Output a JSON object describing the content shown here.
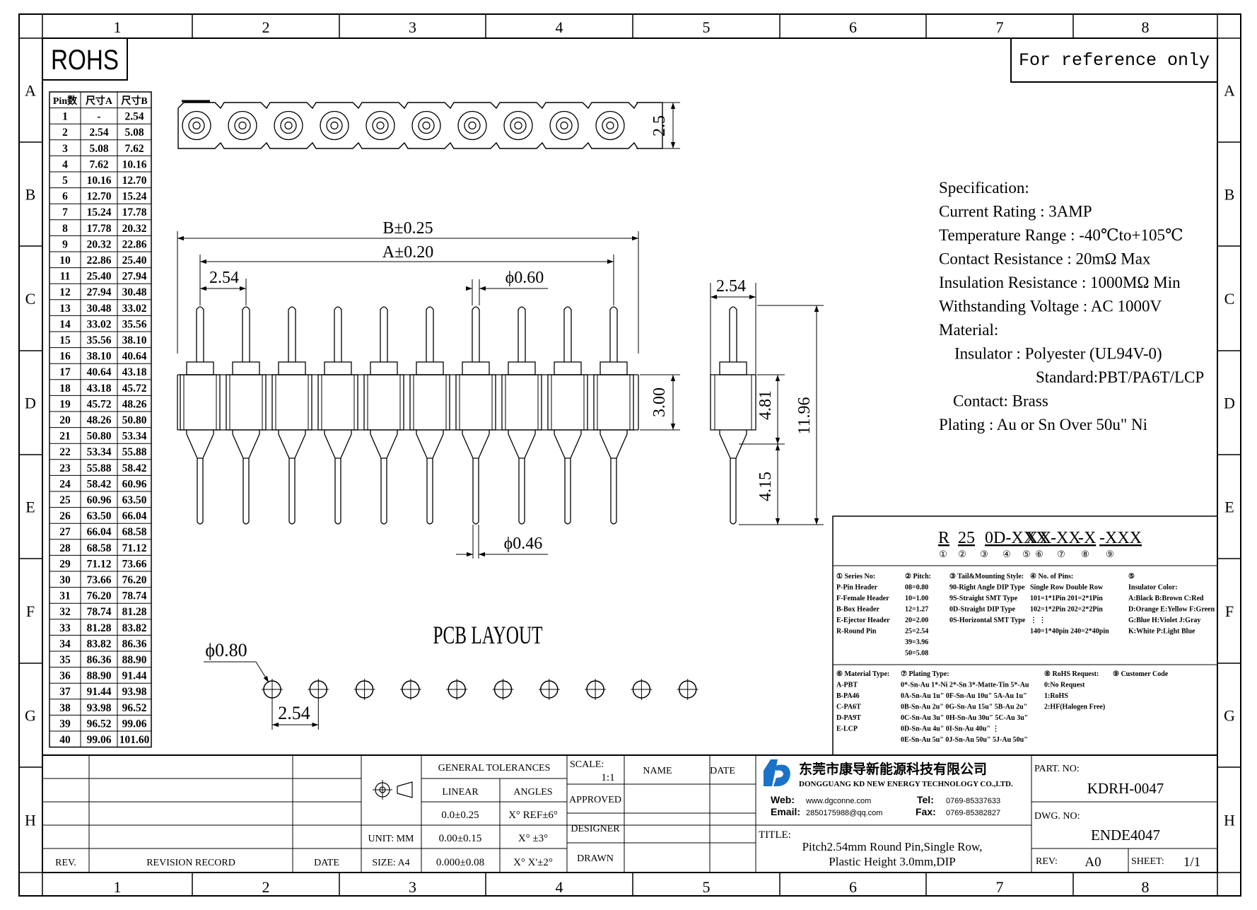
{
  "sheet": {
    "zone_cols": [
      "1",
      "2",
      "3",
      "4",
      "5",
      "6",
      "7",
      "8"
    ],
    "zone_rows": [
      "A",
      "B",
      "C",
      "D",
      "E",
      "F",
      "G",
      "H"
    ],
    "rohs": "ROHS",
    "reference": "For reference only"
  },
  "pin_table": {
    "headers": [
      "Pin数",
      "尺寸A",
      "尺寸B"
    ],
    "rows": [
      [
        "1",
        "-",
        "2.54"
      ],
      [
        "2",
        "2.54",
        "5.08"
      ],
      [
        "3",
        "5.08",
        "7.62"
      ],
      [
        "4",
        "7.62",
        "10.16"
      ],
      [
        "5",
        "10.16",
        "12.70"
      ],
      [
        "6",
        "12.70",
        "15.24"
      ],
      [
        "7",
        "15.24",
        "17.78"
      ],
      [
        "8",
        "17.78",
        "20.32"
      ],
      [
        "9",
        "20.32",
        "22.86"
      ],
      [
        "10",
        "22.86",
        "25.40"
      ],
      [
        "11",
        "25.40",
        "27.94"
      ],
      [
        "12",
        "27.94",
        "30.48"
      ],
      [
        "13",
        "30.48",
        "33.02"
      ],
      [
        "14",
        "33.02",
        "35.56"
      ],
      [
        "15",
        "35.56",
        "38.10"
      ],
      [
        "16",
        "38.10",
        "40.64"
      ],
      [
        "17",
        "40.64",
        "43.18"
      ],
      [
        "18",
        "43.18",
        "45.72"
      ],
      [
        "19",
        "45.72",
        "48.26"
      ],
      [
        "20",
        "48.26",
        "50.80"
      ],
      [
        "21",
        "50.80",
        "53.34"
      ],
      [
        "22",
        "53.34",
        "55.88"
      ],
      [
        "23",
        "55.88",
        "58.42"
      ],
      [
        "24",
        "58.42",
        "60.96"
      ],
      [
        "25",
        "60.96",
        "63.50"
      ],
      [
        "26",
        "63.50",
        "66.04"
      ],
      [
        "27",
        "66.04",
        "68.58"
      ],
      [
        "28",
        "68.58",
        "71.12"
      ],
      [
        "29",
        "71.12",
        "73.66"
      ],
      [
        "30",
        "73.66",
        "76.20"
      ],
      [
        "31",
        "76.20",
        "78.74"
      ],
      [
        "32",
        "78.74",
        "81.28"
      ],
      [
        "33",
        "81.28",
        "83.82"
      ],
      [
        "34",
        "83.82",
        "86.36"
      ],
      [
        "35",
        "86.36",
        "88.90"
      ],
      [
        "36",
        "88.90",
        "91.44"
      ],
      [
        "37",
        "91.44",
        "93.98"
      ],
      [
        "38",
        "93.98",
        "96.52"
      ],
      [
        "39",
        "96.52",
        "99.06"
      ],
      [
        "40",
        "99.06",
        "101.60"
      ]
    ]
  },
  "dims": {
    "top_height": "2.5",
    "b_dim": "B±0.25",
    "a_dim": "A±0.20",
    "pitch": "2.54",
    "pin_dia": "ϕ0.60",
    "body_h": "3.00",
    "tail_dia": "ϕ0.46",
    "side_pitch": "2.54",
    "upper": "4.81",
    "total": "11.96",
    "lower": "4.15",
    "pcb_title": "PCB LAYOUT",
    "hole_dia": "ϕ0.80",
    "pcb_pitch": "2.54"
  },
  "spec": {
    "lines": [
      "Specification:",
      "Current Rating : 3AMP",
      "Temperature Range : -40℃to+105℃",
      "Contact Resistance : 20mΩ Max",
      "Insulation Resistance : 1000MΩ Min",
      "Withstanding Voltage : AC 1000V",
      "Material:",
      "Insulator : Polyester (UL94V-0)",
      "Standard:PBT/PA6T/LCP",
      "Contact: Brass",
      "Plating : Au or Sn Over 50u\" Ni"
    ]
  },
  "part_code": {
    "code": [
      "R",
      "25",
      "0D-XXX",
      "X",
      "X",
      "-XX",
      "-X",
      "-XXX"
    ],
    "marks": [
      "①",
      "②",
      "③",
      "④",
      "⑤",
      "⑥",
      "⑦",
      "⑧",
      "⑨"
    ],
    "c1": [
      "① Series No:",
      "P-Pin Header",
      "F-Female Header",
      "B-Box Header",
      "E-Ejector Header",
      "R-Round Pin"
    ],
    "c2": [
      "② Pitch:",
      "08=0.80",
      "10=1.00",
      "12=1.27",
      "20=2.00",
      "25=2.54",
      "39=3.96",
      "50=5.08"
    ],
    "c3": [
      "③ Tail&Mounting Style:",
      "90-Right Angle DIP Type",
      "9S-Straight SMT Type",
      "0D-Straight DIP Type",
      "0S-Horizontal SMT Type"
    ],
    "c4": [
      "④ No. of Pins:",
      "Single Row   Double Row",
      "101=1*1Pin   201=2*1Pin",
      "102=1*2Pin   202=2*2Pin",
      "  ⋮              ⋮",
      "140=1*40pin  240=2*40pin"
    ],
    "c5": [
      "⑤",
      "Insulator Color:",
      "A:Black  B:Brown  C:Red",
      "D:Orange E:Yellow F:Green",
      "G:Blue   H:Violet J:Gray",
      "K:White  P:Light Blue"
    ],
    "c6": [
      "⑥ Material Type:",
      "A-PBT",
      "B-PA46",
      "C-PA6T",
      "D-PA9T",
      "E-LCP"
    ],
    "c7": [
      "⑦ Plating Type:",
      "0*-Sn-Au 1*-Ni 2*-Sn 3*-Matte-Tin 5*-Au",
      "0A-Sn-Au 1u\"  0F-Sn-Au 10u\"  5A-Au 1u\"",
      "0B-Sn-Au 2u\"  0G-Sn-Au 15u\"  5B-Au 2u\"",
      "0C-Sn-Au 3u\"  0H-Sn-Au 30u\"  5C-Au 3u\"",
      "0D-Sn-Au 4u\"  0I-Sn-Au 40u\"    ⋮",
      "0E-Sn-Au 5u\"  0J-Sn-Au 50u\"  5J-Au 50u\""
    ],
    "c8": [
      "⑧ RoHS Request:",
      "0:No Request",
      "1:RoHS",
      "2:HF(Halogen Free)"
    ],
    "c9": [
      "⑨ Customer Code"
    ]
  },
  "title_block": {
    "rev": "REV.",
    "revision_record": "REVISION RECORD",
    "date": "DATE",
    "unit": "UNIT: MM",
    "size": "SIZE: A4",
    "general_tol": "GENERAL TOLERANCES",
    "linear": "LINEAR",
    "angles": "ANGLES",
    "tol": [
      [
        "0.0±0.25",
        "X° REF±6°"
      ],
      [
        "0.00±0.15",
        "X° ±3°"
      ],
      [
        "0.000±0.08",
        "X° X'±2°"
      ]
    ],
    "scale_label": "SCALE:",
    "scale": "1:1",
    "name": "NAME",
    "date2": "DATE",
    "approved": "APPROVED",
    "designer": "DESIGNER",
    "drawn": "DRAWN",
    "company_cn": "东莞市康导新能源科技有限公司",
    "company_en": "DONGGUANG KD NEW ENERGY TECHNOLOGY CO.,LTD.",
    "web_label": "Web:",
    "web": "www.dgconne.com",
    "email_label": "Email:",
    "email": "2850175988@qq.com",
    "tel_label": "Tel:",
    "tel": "0769-85337633",
    "fax_label": "Fax:",
    "fax": "0769-85382827",
    "title_label": "TITLE:",
    "title1": "Pitch2.54mm Round Pin,Single Row,",
    "title2": "Plastic Height 3.0mm,DIP",
    "part_label": "PART. NO:",
    "part_no": "KDRH-0047",
    "dwg_label": "DWG. NO:",
    "dwg_no": "ENDE4047",
    "rev_label": "REV:",
    "rev_val": "A0",
    "sheet_label": "SHEET:",
    "sheet_val": "1/1"
  }
}
